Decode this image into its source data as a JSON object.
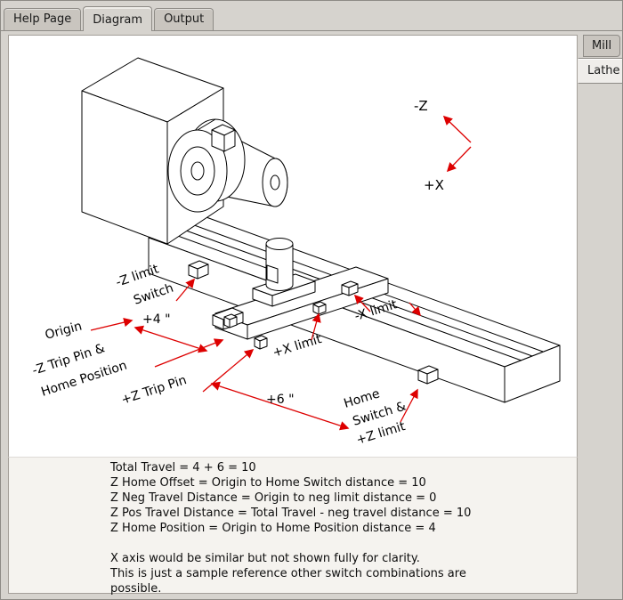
{
  "tabs": {
    "items": [
      {
        "label": "Help Page",
        "active": false
      },
      {
        "label": "Diagram",
        "active": true
      },
      {
        "label": "Output",
        "active": false
      }
    ]
  },
  "side_tabs": {
    "items": [
      {
        "label": "Mill",
        "active": false
      },
      {
        "label": "Lathe",
        "active": true
      }
    ]
  },
  "diagram": {
    "axis": {
      "neg_z": "-Z",
      "pos_x": "+X"
    },
    "labels": {
      "neg_z_limit_line1": "-Z limit",
      "neg_z_limit_line2": "Switch",
      "origin": "Origin",
      "dim_plus4": "+4 \"",
      "neg_z_trip_line1": "-Z Trip Pin &",
      "neg_z_trip_line2": "Home Position",
      "pos_z_trip": "+Z Trip Pin",
      "pos_x_limit": "+X limit",
      "neg_x_limit": "-X limit",
      "dim_plus6": "+6 \"",
      "home_switch_line1": "Home",
      "home_switch_line2": "Switch &",
      "home_switch_line3": "+Z limit"
    }
  },
  "notes": {
    "lines": [
      "Total Travel = 4 + 6 = 10",
      "Z Home Offset = Origin to Home Switch distance = 10",
      "Z Neg Travel Distance = Origin to neg limit distance = 0",
      "Z Pos Travel Distance = Total Travel - neg travel distance = 10",
      "Z Home Position = Origin to Home Position distance = 4",
      "",
      "X axis would be similar but not shown fully for clarity.",
      "This is just a sample reference other switch combinations are",
      "possible."
    ]
  },
  "colors": {
    "window_bg": "#d6d3ce",
    "tab_inactive": "#c9c5bf",
    "canvas_bg": "#ffffff",
    "notes_bg": "#f5f3ef",
    "red": "#dd0000",
    "side_active": "#efedea",
    "border_col": "#8e8b86"
  }
}
